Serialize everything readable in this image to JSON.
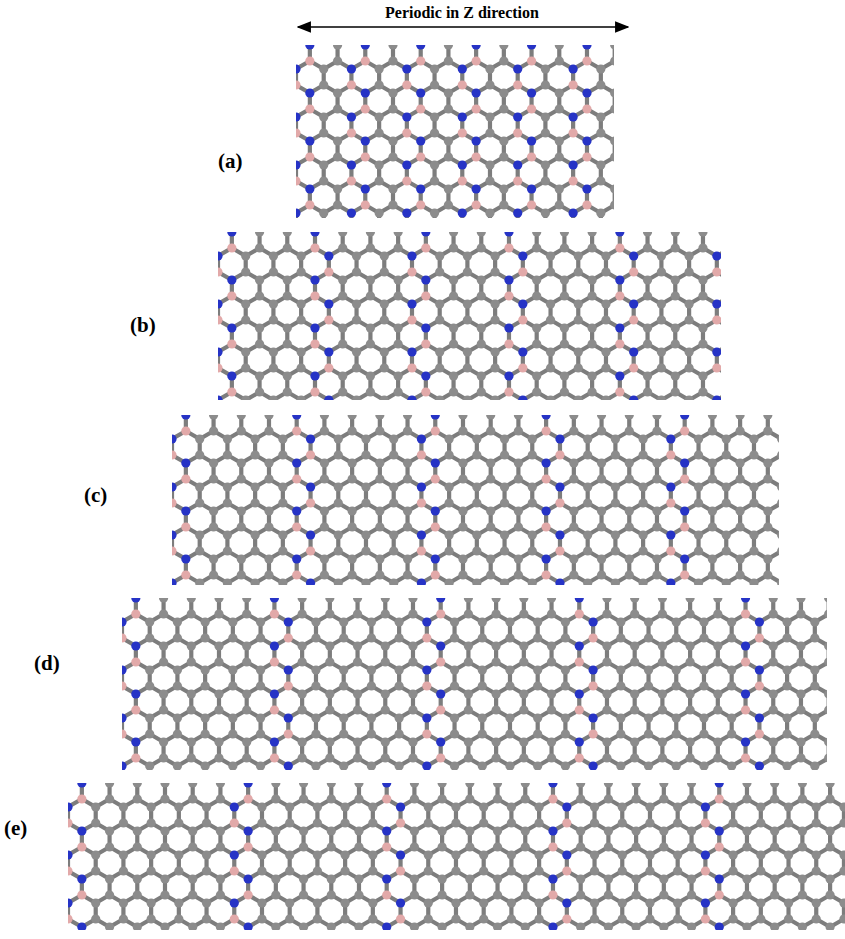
{
  "diagram": {
    "labels": [
      "Periodic in Z direction",
      "(a)",
      "(b)",
      "(c)",
      "(d)",
      "(e)"
    ]
  }
}
